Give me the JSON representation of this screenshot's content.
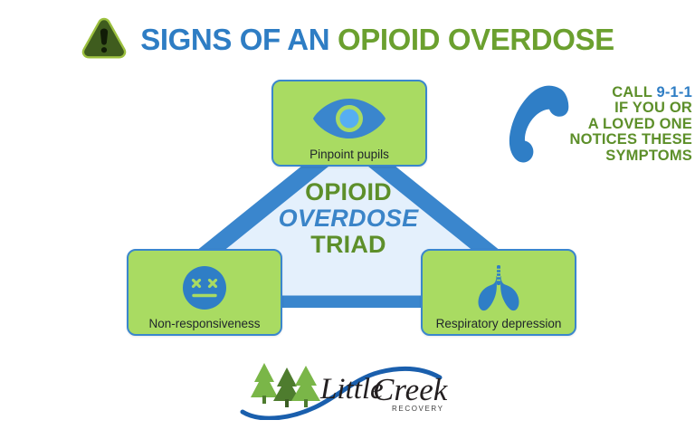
{
  "header": {
    "warning_icon": "warning-triangle-icon",
    "title_part1": "SIGNS OF AN",
    "title_part2": "OPIOID OVERDOSE",
    "color_blue": "#2e7dc4",
    "color_green": "#6ba02f"
  },
  "triad": {
    "line1": "OPIOID",
    "line2": "OVERDOSE",
    "line3": "TRIAD",
    "fill_color": "#e4f0fc",
    "border_color": "#3a86cd"
  },
  "cards": [
    {
      "id": "pinpoint-pupils",
      "label": "Pinpoint pupils",
      "icon": "eye-icon"
    },
    {
      "id": "non-responsiveness",
      "label": "Non-responsiveness",
      "icon": "dead-face-icon"
    },
    {
      "id": "respiratory-depression",
      "label": "Respiratory depression",
      "icon": "lungs-icon"
    }
  ],
  "card_style": {
    "background": "#a9db62",
    "border": "#3a86cd",
    "icon_color": "#3a86cd"
  },
  "call": {
    "icon": "phone-handset-icon",
    "line1_prefix": "CALL ",
    "line1_number": "9-1-1",
    "line2": "IF YOU OR",
    "line3": "A LOVED ONE",
    "line4": "NOTICES THESE",
    "line5": "SYMPTOMS"
  },
  "logo": {
    "word1": "Little",
    "word2": "Creek",
    "tagline": "RECOVERY",
    "tree_color": "#7ab648",
    "swoosh_color": "#1a5fad",
    "text_color": "#231f20"
  }
}
